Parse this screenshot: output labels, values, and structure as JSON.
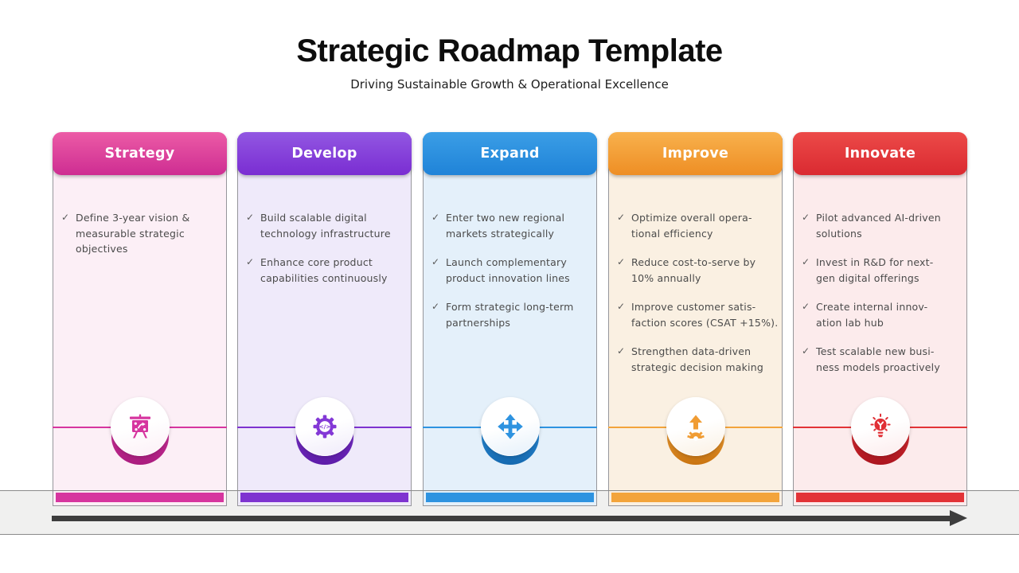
{
  "title": "Strategic Roadmap Template",
  "subtitle": "Driving Sustainable Growth & Operational Excellence",
  "check_glyph": "✓",
  "timeline": {
    "arrow_color": "#3d3d3d",
    "band_color": "#f0f0ef"
  },
  "columns": [
    {
      "id": "strategy",
      "title": "Strategy",
      "icon": "strategy-presentation-board-icon",
      "colors": {
        "header_top": "#ec5ba6",
        "header_bottom": "#ce2d92",
        "body_tint": "#fceff6",
        "bar": "#d6359f",
        "shadow": "#a91c7e",
        "icon": "#d6359f"
      },
      "bullets": [
        [
          "Define 3-year vision &",
          "measurable strategic",
          "objectives"
        ]
      ]
    },
    {
      "id": "develop",
      "title": "Develop",
      "icon": "gear-code-icon",
      "colors": {
        "header_top": "#9257e2",
        "header_bottom": "#7a2dd2",
        "body_tint": "#efeafa",
        "bar": "#7e33d0",
        "shadow": "#5d1ca8",
        "icon": "#8338d6"
      },
      "bullets": [
        [
          "Build scalable digital",
          "technology infrastructure"
        ],
        [
          "Enhance core product",
          "capabilities continuously"
        ]
      ]
    },
    {
      "id": "expand",
      "title": "Expand",
      "icon": "four-direction-arrows-icon",
      "colors": {
        "header_top": "#3b9ee6",
        "header_bottom": "#1f83d8",
        "body_tint": "#e4f0fa",
        "bar": "#2e93e0",
        "shadow": "#1569af",
        "icon": "#2e93e0"
      },
      "bullets": [
        [
          "Enter two new regional",
          "markets strategically"
        ],
        [
          "Launch complementary",
          "product innovation lines"
        ],
        [
          "Form strategic long-term",
          "partnerships"
        ]
      ]
    },
    {
      "id": "improve",
      "title": "Improve",
      "icon": "arrow-up-gear-icon",
      "colors": {
        "header_top": "#f8b14d",
        "header_bottom": "#ee8e24",
        "body_tint": "#faf0e2",
        "bar": "#f3a43b",
        "shadow": "#c97411",
        "icon": "#f09c33"
      },
      "bullets": [
        [
          "Optimize overall opera-",
          "tional efficiency"
        ],
        [
          "Reduce cost-to-serve by",
          "10% annually"
        ],
        [
          "Improve customer satis-",
          "faction scores (CSAT +15%)."
        ],
        [
          "Strengthen data-driven",
          "strategic decision making"
        ]
      ]
    },
    {
      "id": "innovate",
      "title": "Innovate",
      "icon": "lightbulb-icon",
      "colors": {
        "header_top": "#ec4a48",
        "header_bottom": "#da2a31",
        "body_tint": "#fcebec",
        "bar": "#e23337",
        "shadow": "#ab151f",
        "icon": "#e02f35"
      },
      "bullets": [
        [
          "Pilot advanced AI-driven",
          "solutions"
        ],
        [
          "Invest in R&D for next-",
          "gen digital offerings"
        ],
        [
          "Create internal innov-",
          "ation lab hub"
        ],
        [
          "Test scalable new busi-",
          "ness models proactively"
        ]
      ]
    }
  ]
}
